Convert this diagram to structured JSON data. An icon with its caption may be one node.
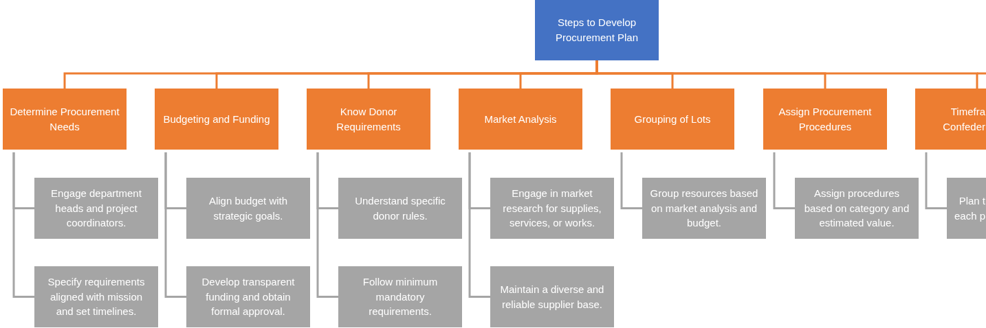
{
  "diagram": {
    "nodes": [
      {
        "text": [
          "Steps to Develop Procurement Plan"
        ]
      },
      {
        "text": [
          "Determine Procurement Needs"
        ]
      },
      {
        "text": [
          "Budgeting and Funding"
        ]
      },
      {
        "text": [
          "Know Donor Requirements"
        ]
      },
      {
        "text": [
          "Market Analysis"
        ]
      },
      {
        "text": [
          "Grouping of Lots"
        ]
      },
      {
        "text": [
          "Assign Procurement Procedures"
        ]
      },
      {
        "text": [
          "Timefra Confeder"
        ]
      },
      {
        "text": [
          "Engage department heads and project coordinators."
        ]
      },
      {
        "text": [
          "Specify requirements aligned with mission and set timelines."
        ]
      },
      {
        "text": [
          "Align budget with strategic goals."
        ]
      },
      {
        "text": [
          "Develop transparent funding and obtain formal approval."
        ]
      },
      {
        "text": [
          "Understand specific donor rules."
        ]
      },
      {
        "text": [
          "Follow minimum mandatory requirements."
        ]
      },
      {
        "text": [
          "Engage in market research for supplies, services, or works."
        ]
      },
      {
        "text": [
          "Maintain a diverse and reliable supplier base."
        ]
      },
      {
        "text": [
          "Group resources based on market analysis and budget."
        ]
      },
      {
        "text": [
          "Assign procedures based on category and estimated value."
        ]
      },
      {
        "text": [
          "Plan t each p"
        ]
      }
    ],
    "edges": [
      {
        "from": 0,
        "to": 1,
        "arrow": "none",
        "color": "#ed7d31"
      },
      {
        "from": 0,
        "to": 2,
        "arrow": "none",
        "color": "#ed7d31"
      },
      {
        "from": 0,
        "to": 3,
        "arrow": "none",
        "color": "#ed7d31"
      },
      {
        "from": 0,
        "to": 4,
        "arrow": "none",
        "color": "#ed7d31"
      },
      {
        "from": 0,
        "to": 5,
        "arrow": "none",
        "color": "#ed7d31"
      },
      {
        "from": 0,
        "to": 6,
        "arrow": "none",
        "color": "#ed7d31"
      },
      {
        "from": 0,
        "to": 7,
        "arrow": "none",
        "color": "#ed7d31"
      },
      {
        "from": 1,
        "to": 8,
        "arrow": "none"
      },
      {
        "from": 1,
        "to": 9,
        "arrow": "none"
      },
      {
        "from": 2,
        "to": 10,
        "arrow": "none"
      },
      {
        "from": 2,
        "to": 11,
        "arrow": "none"
      },
      {
        "from": 3,
        "to": 12,
        "arrow": "none"
      },
      {
        "from": 3,
        "to": 13,
        "arrow": "none"
      },
      {
        "from": 4,
        "to": 14,
        "arrow": "none"
      },
      {
        "from": 4,
        "to": 15,
        "arrow": "none"
      },
      {
        "from": 5,
        "to": 16,
        "arrow": "none"
      },
      {
        "from": 6,
        "to": 17,
        "arrow": "none"
      },
      {
        "from": 7,
        "to": 18,
        "arrow": "none"
      }
    ]
  }
}
